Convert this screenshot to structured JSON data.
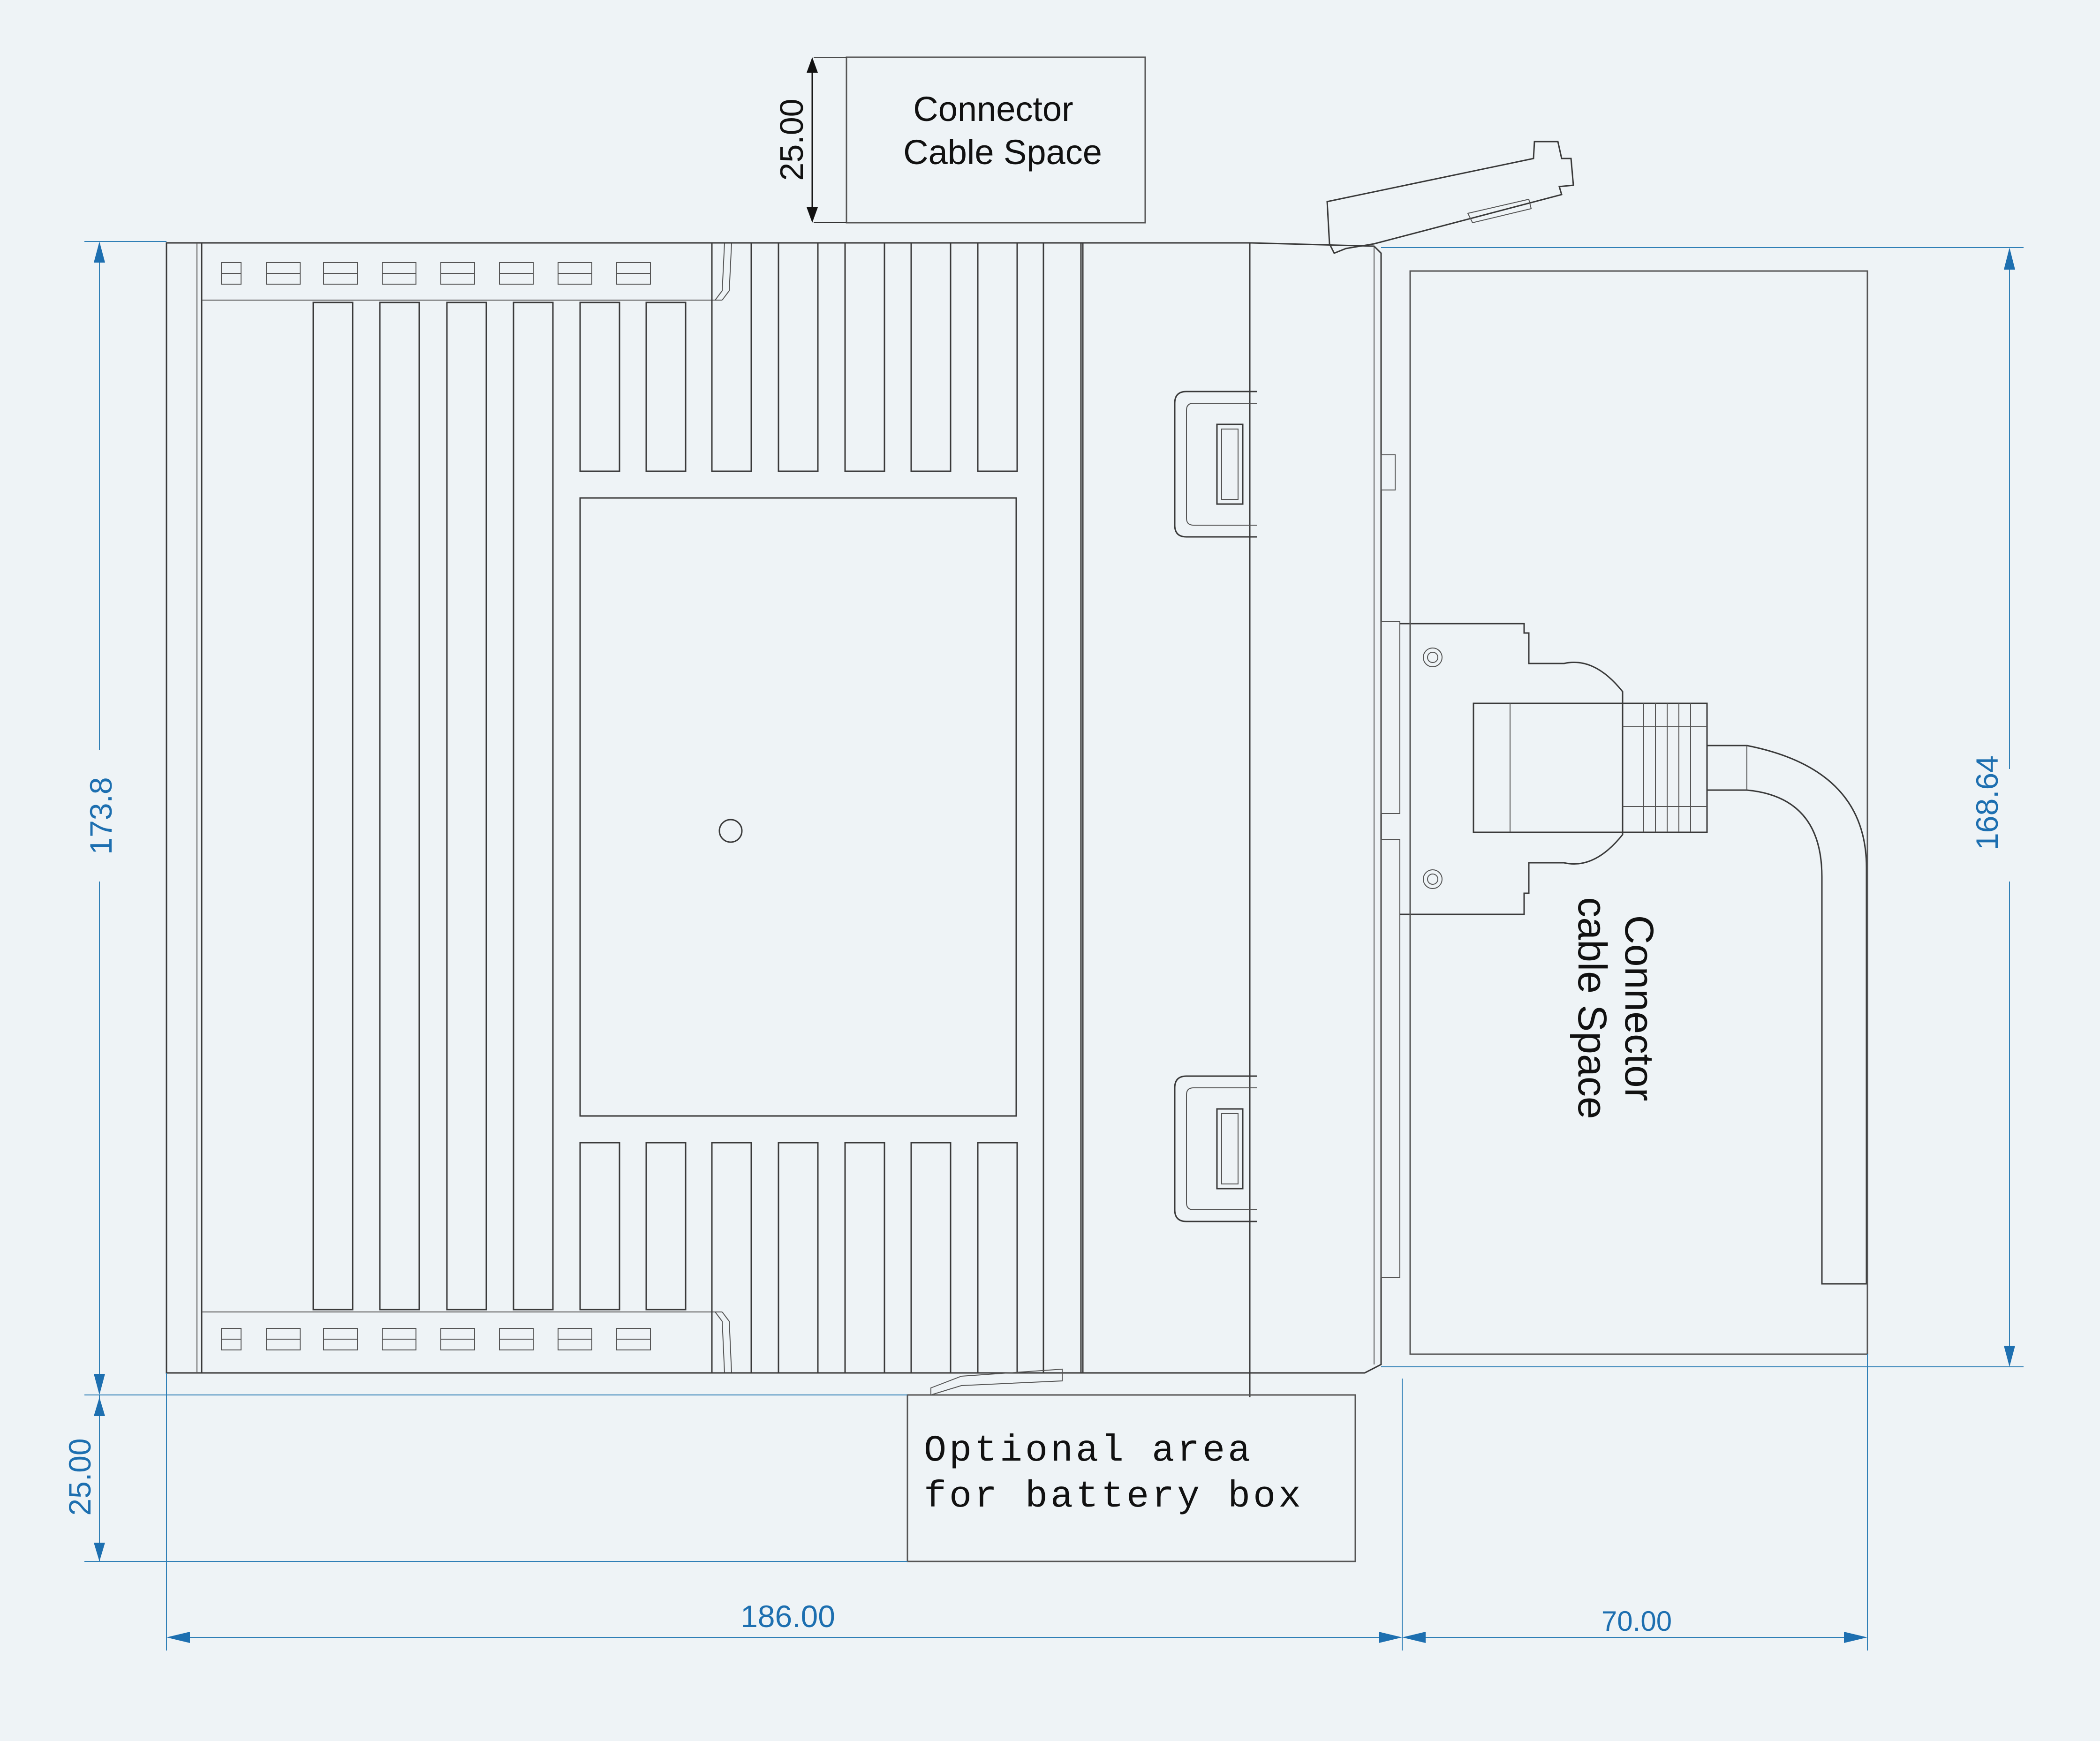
{
  "labels": {
    "top_box": [
      "Connector",
      "Cable Space"
    ],
    "right_box": [
      "Connector",
      "cable Space"
    ],
    "bottom_box": [
      "Optional area",
      "for battery box"
    ]
  },
  "dimensions": {
    "top_gap": "25.00",
    "height_left": "173.8",
    "height_right": "168.64",
    "bottom_gap": "25.00",
    "width_main": "186.00",
    "width_space": "70.00"
  },
  "colors": {
    "background": "#eef3f6",
    "dimension": "#1d6fb0",
    "outline": "#3a3a3a",
    "text": "#111111"
  }
}
